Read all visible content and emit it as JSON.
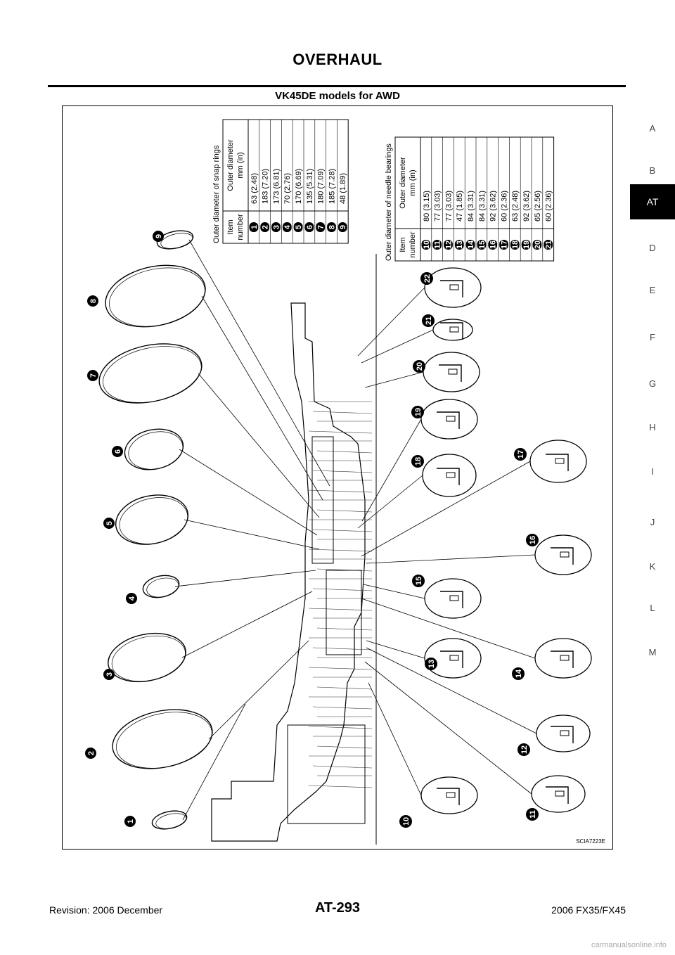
{
  "header": {
    "title": "OVERHAUL"
  },
  "section": {
    "title": "VK45DE models for AWD"
  },
  "side_tabs": [
    {
      "label": "A",
      "active": false
    },
    {
      "label": "B",
      "active": false
    },
    {
      "label": "AT",
      "active": true
    },
    {
      "label": "D",
      "active": false
    },
    {
      "label": "E",
      "active": false
    },
    {
      "label": "F",
      "active": false
    },
    {
      "label": "G",
      "active": false
    },
    {
      "label": "H",
      "active": false
    },
    {
      "label": "I",
      "active": false
    },
    {
      "label": "J",
      "active": false
    },
    {
      "label": "K",
      "active": false
    },
    {
      "label": "L",
      "active": false
    },
    {
      "label": "M",
      "active": false
    }
  ],
  "snap_rings_table": {
    "title": "Outer diameter of snap rings",
    "col_item": [
      "Item",
      "number"
    ],
    "col_dia": [
      "Outer diameter",
      "mm (in)"
    ],
    "rows": [
      {
        "num": "1",
        "value": "63 (2.48)"
      },
      {
        "num": "2",
        "value": "183 (7.20)"
      },
      {
        "num": "3",
        "value": "173 (6.81)"
      },
      {
        "num": "4",
        "value": "70 (2.76)"
      },
      {
        "num": "5",
        "value": "170 (6.69)"
      },
      {
        "num": "6",
        "value": "135 (5.31)"
      },
      {
        "num": "7",
        "value": "180 (7.09)"
      },
      {
        "num": "8",
        "value": "185 (7.28)"
      },
      {
        "num": "9",
        "value": "48 (1.89)"
      }
    ]
  },
  "needle_bearings_table": {
    "title": "Outer diameter of needle bearings",
    "col_item": [
      "Item",
      "number"
    ],
    "col_dia": [
      "Outer diameter",
      "mm (in)"
    ],
    "rows": [
      {
        "num": "10",
        "value": "80 (3.15)"
      },
      {
        "num": "11",
        "value": "77 (3.03)"
      },
      {
        "num": "12",
        "value": "77 (3.03)"
      },
      {
        "num": "13",
        "value": "47 (1.85)"
      },
      {
        "num": "14",
        "value": "84 (3.31)"
      },
      {
        "num": "15",
        "value": "84 (3.31)"
      },
      {
        "num": "16",
        "value": "92 (3.62)"
      },
      {
        "num": "17",
        "value": "60 (2.36)"
      },
      {
        "num": "18",
        "value": "63 (2.48)"
      },
      {
        "num": "19",
        "value": "92 (3.62)"
      },
      {
        "num": "20",
        "value": "65 (2.56)"
      },
      {
        "num": "21",
        "value": "60 (2.36)"
      }
    ]
  },
  "figure": {
    "ref_code": "SCIA7223E"
  },
  "footer": {
    "revision": "Revision: 2006 December",
    "page": "AT-293",
    "model": "2006 FX35/FX45"
  },
  "watermark": "carmanualsonline.info"
}
